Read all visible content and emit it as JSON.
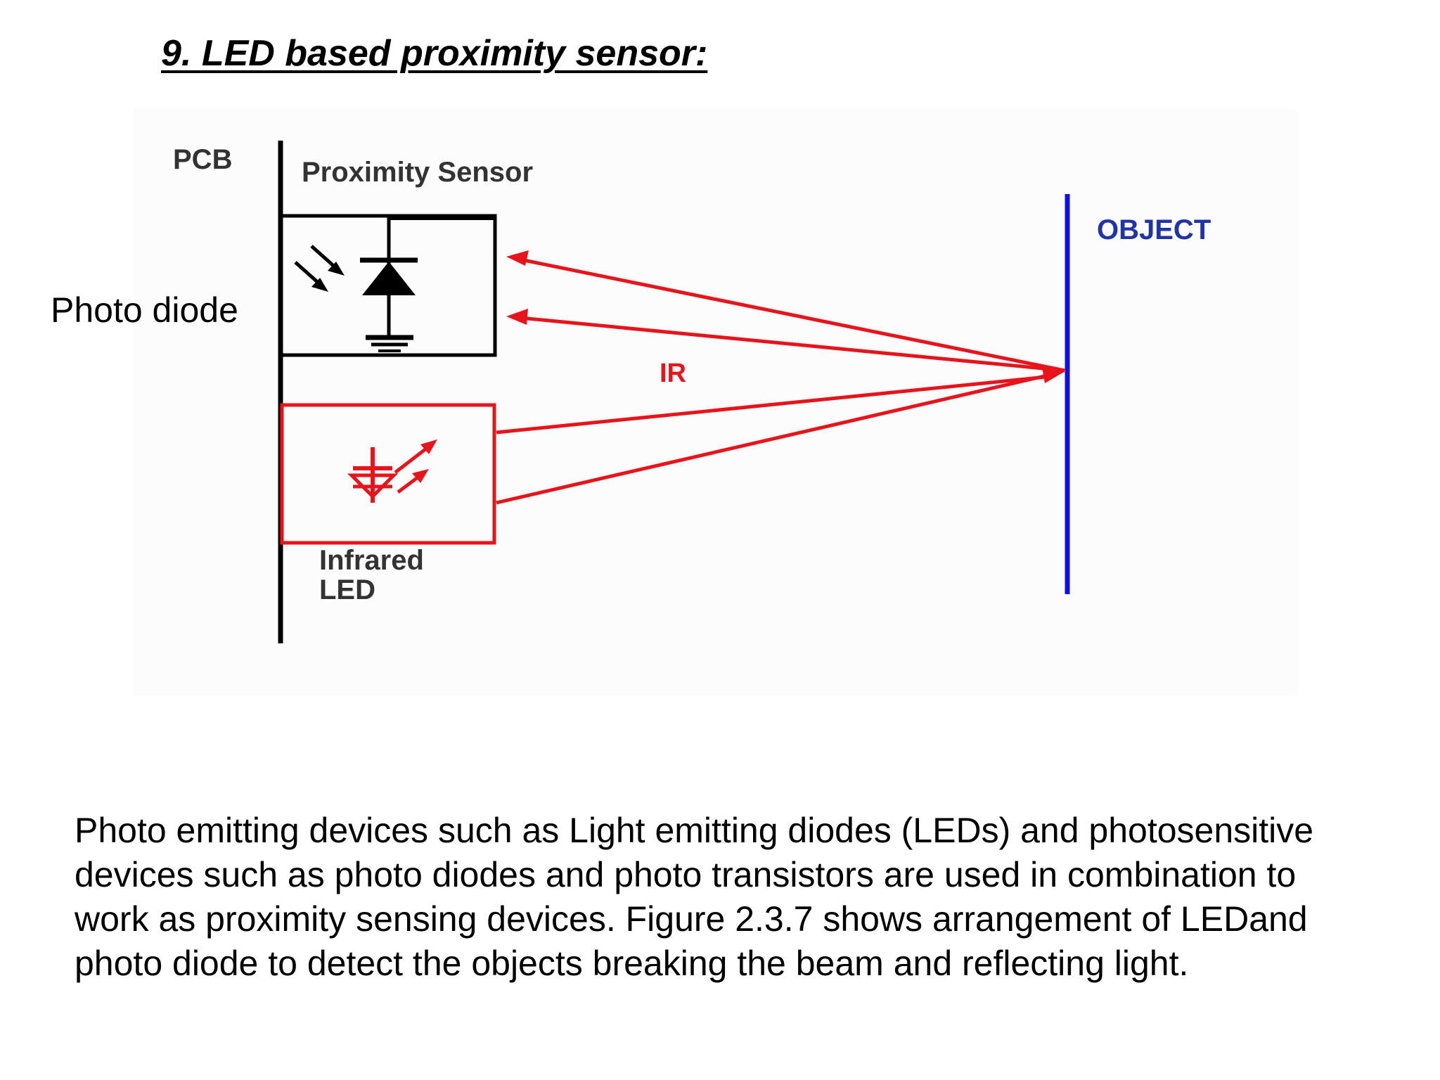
{
  "title": "9. LED based proximity sensor:",
  "diagram": {
    "pcb_label": "PCB",
    "sensor_label": "Proximity Sensor",
    "photo_diode_label": "Photo diode",
    "object_label": "OBJECT",
    "ir_label": "IR",
    "infrared_led_label_line1": "Infrared",
    "infrared_led_label_line2": "LED",
    "colors": {
      "pcb": "#000000",
      "led_box": "#e8141c",
      "ir_rays": "#e8141c",
      "object": "#1010e0",
      "object_label": "#2233aa",
      "ir_label": "#e8141c",
      "text_gray": "#333333"
    }
  },
  "description": {
    "lines": [
      "Photo emitting devices such as Light emitting diodes (LEDs) and photosensitive",
      "devices such as photo diodes and photo transistors are used in combination to",
      "work as proximity sensing devices. Figure 2.3.7 shows arrangement of LEDand",
      "photo diode to detect the objects breaking the beam and reflecting light."
    ]
  }
}
